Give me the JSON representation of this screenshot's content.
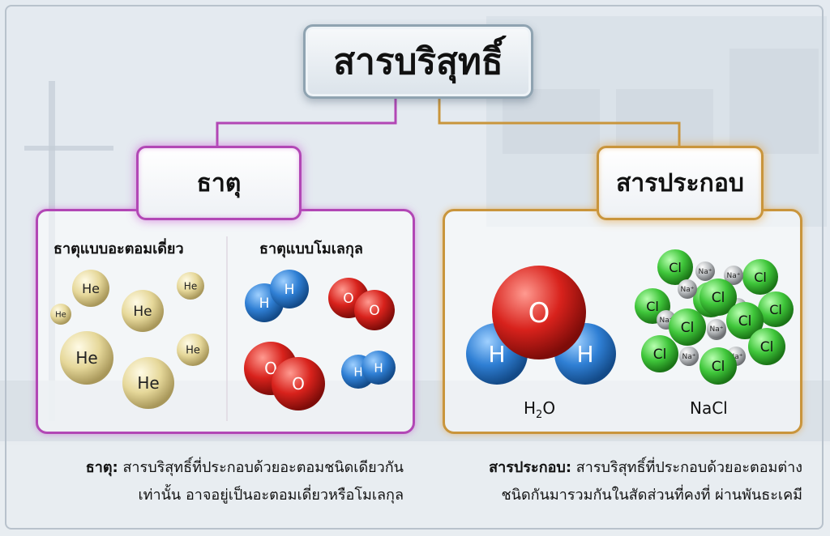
{
  "title": "สารบริสุทธิ์",
  "element": {
    "label": "ธาตุ",
    "atomic_heading": "ธาตุแบบอะตอมเดี่ยว",
    "molecular_heading": "ธาตุแบบโมเลกุล",
    "atom_symbols": {
      "helium": "He",
      "hydrogen": "H",
      "oxygen": "O"
    },
    "description_term": "ธาตุ:",
    "description_line1": "สารบริสุทธิ์ที่ประกอบด้วยอะตอมชนิดเดียวกัน",
    "description_line2": "เท่านั้น อาจอยู่เป็นอะตอมเดี่ยวหรือโมเลกุล"
  },
  "compound": {
    "label": "สารประกอบ",
    "water_formula": {
      "base": "H",
      "sub": "2",
      "tail": "O"
    },
    "salt_formula": "NaCl",
    "atom_symbols": {
      "chlorine": "Cl",
      "sodium": "Na⁺",
      "hydrogen": "H",
      "oxygen": "O"
    },
    "description_term": "สารประกอบ:",
    "description_line1": "สารบริสุทธิ์ที่ประกอบด้วยอะตอมต่าง",
    "description_line2": "ชนิดกันมารวมกันในสัดส่วนที่คงที่ ผ่านพันธะเคมี"
  },
  "colors": {
    "element_accent": "#b247b5",
    "compound_accent": "#c9953c",
    "helium": "#e6d89a",
    "hydrogen": "#2f7fd4",
    "oxygen": "#d8221c",
    "chlorine": "#3fc63a",
    "sodium": "#b9bcbf"
  }
}
